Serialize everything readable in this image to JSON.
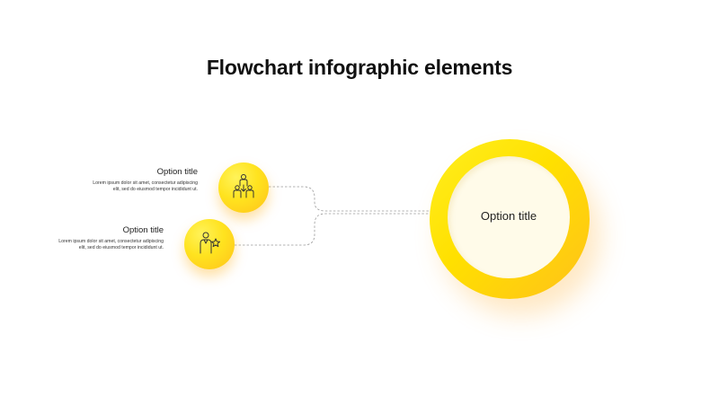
{
  "diagram": {
    "title": "Flowchart infographic elements",
    "main_node": {
      "label": "Option title",
      "icon": "none"
    },
    "options": [
      {
        "title": "Option title",
        "description": "Lorem ipsum dolor sit amet, consectetur adipiscing elit, sed do eiusmod tempor incididunt ut.",
        "icon": "team-leader-icon"
      },
      {
        "title": "Option title",
        "description": "Lorem ipsum dolor sit amet, consectetur adipiscing elit, sed do eiusmod tempor incididunt ut.",
        "icon": "person-star-icon"
      }
    ]
  },
  "colors": {
    "accent_yellow": "#ffe000",
    "accent_orange": "#ffc11a",
    "inner_fill": "#fffbe9",
    "connector": "#9a9a9a"
  }
}
